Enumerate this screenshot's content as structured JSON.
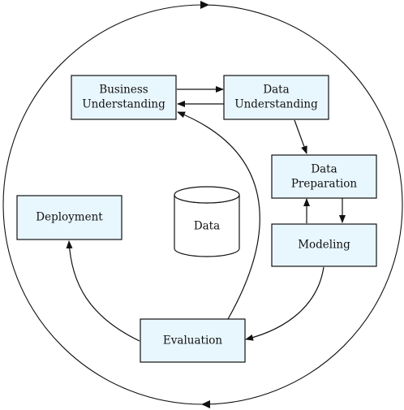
{
  "diagram": {
    "nodes": {
      "business_understanding": {
        "line1": "Business",
        "line2": "Understanding"
      },
      "data_understanding": {
        "line1": "Data",
        "line2": "Understanding"
      },
      "data_preparation": {
        "line1": "Data",
        "line2": "Preparation"
      },
      "modeling": {
        "label": "Modeling"
      },
      "evaluation": {
        "label": "Evaluation"
      },
      "deployment": {
        "label": "Deployment"
      },
      "data_store": {
        "label": "Data"
      }
    },
    "colors": {
      "box_fill": "#e8f7fd",
      "stroke": "#111111",
      "background": "#ffffff"
    }
  }
}
